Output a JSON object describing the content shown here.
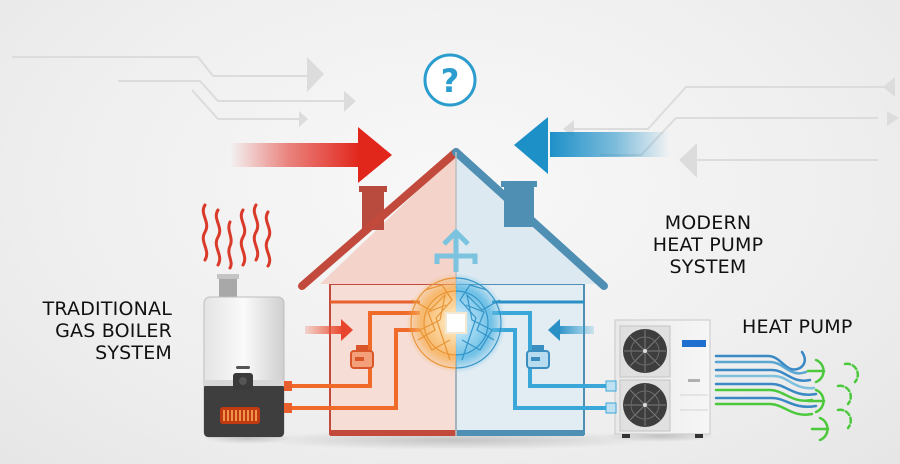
{
  "diagram": {
    "title_icon": "question-mark-circle-icon",
    "left_system": {
      "label_lines": [
        "TRADITIONAL",
        "GAS BOILER",
        "SYSTEM"
      ],
      "appliance": "gas-boiler",
      "icon": "heat-waves-icon",
      "accent_color": "#d93a2a"
    },
    "right_system": {
      "label_lines": [
        "MODERN",
        "HEAT PUMP",
        "SYSTEM"
      ],
      "appliance_label": "HEAT PUMP",
      "appliance": "heat-pump-outdoor-unit",
      "icon": "airflow-icon",
      "accent_color": "#2a8fc4"
    },
    "center": {
      "house": "split-house",
      "core": "network-sphere",
      "left_house_color": "#f6ddd6",
      "right_house_color": "#e1ecf3",
      "left_roof_color": "#c24a3c",
      "right_roof_color": "#4f8fb3"
    },
    "colors": {
      "background": "#f2f2f2",
      "warm_arrow": "#e1261c",
      "cool_arrow": "#1e90c8",
      "question_icon": "#2a9ccd",
      "warm_pipe": "#f06a2a",
      "cool_pipe": "#3aa7d8",
      "green_flow": "#4cc83c"
    }
  }
}
